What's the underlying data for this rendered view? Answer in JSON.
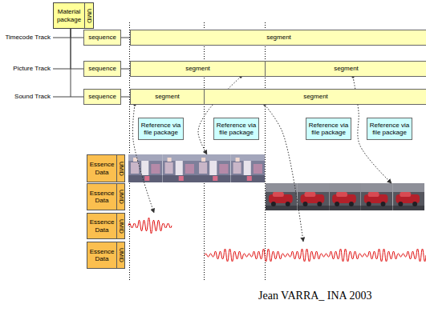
{
  "diagram": {
    "nodes": [
      {
        "text": [
          "Material package",
          "UMID"
        ]
      },
      {
        "text": [
          "sequence"
        ]
      },
      {
        "text": [
          "segment"
        ]
      },
      {
        "text": [
          "sequence"
        ]
      },
      {
        "text": [
          "segment"
        ]
      },
      {
        "text": [
          "segment"
        ]
      },
      {
        "text": [
          "sequence"
        ]
      },
      {
        "text": [
          "segment"
        ]
      },
      {
        "text": [
          "segment"
        ]
      },
      {
        "text": [
          "Reference via file package"
        ]
      },
      {
        "text": [
          "Reference via file package"
        ]
      },
      {
        "text": [
          "Reference via file package"
        ]
      },
      {
        "text": [
          "Reference via file package"
        ]
      },
      {
        "text": [
          "Essence Data",
          "UMID"
        ]
      },
      {
        "text": [
          "Essence Data",
          "UMID"
        ]
      },
      {
        "text": [
          "Essence Data",
          "UMID"
        ]
      },
      {
        "text": [
          "Essence Data",
          "UMID"
        ]
      }
    ],
    "edges": [
      {
        "from": 0,
        "to": 1,
        "arrow": "none",
        "label": "Timecode Track"
      },
      {
        "from": 0,
        "to": 3,
        "arrow": "none",
        "label": "Picture Track"
      },
      {
        "from": 0,
        "to": 6,
        "arrow": "none",
        "label": "Sound Track"
      },
      {
        "from": 1,
        "to": 2,
        "arrow": "none"
      },
      {
        "from": 3,
        "to": 4,
        "arrow": "none"
      },
      {
        "from": 6,
        "to": 7,
        "arrow": "none"
      },
      {
        "from": 7,
        "to": 15,
        "arrow": "to"
      },
      {
        "from": 4,
        "to": 13,
        "arrow": "to"
      },
      {
        "from": 8,
        "to": 16,
        "arrow": "to"
      },
      {
        "from": 5,
        "to": 14,
        "arrow": "to"
      }
    ],
    "labels": [
      "Jean VARRA_ INA 2003"
    ]
  }
}
